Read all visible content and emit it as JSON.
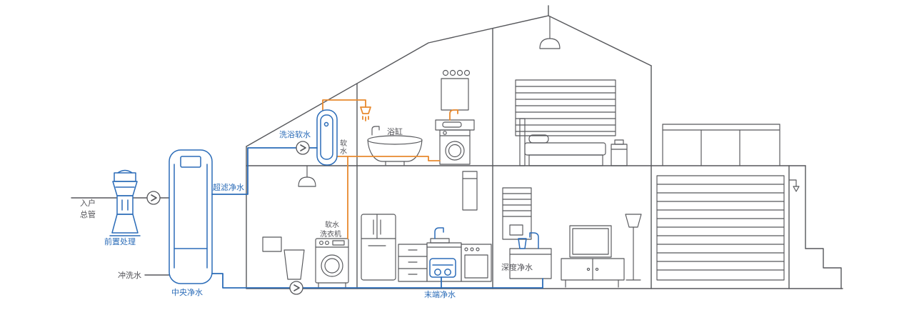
{
  "colors": {
    "line": "#56575b",
    "blue": "#2b6cb8",
    "orange": "#e8892e",
    "label": "#515156"
  },
  "diagram": {
    "labels": {
      "inlet_line1": "入户",
      "inlet_line2": "总管",
      "pre_treatment": "前置处理",
      "flush_water": "冲洗水",
      "central_purifier": "中央净水",
      "ultrafiltration": "超滤净水",
      "bath_softener": "洗浴软水",
      "soft_water_line1": "软",
      "soft_water_line2": "水",
      "bathtub": "浴缸",
      "softwater_washer_line1": "软水",
      "softwater_washer_line2": "洗衣机",
      "terminal_purifier": "末端净水",
      "deep_purifier": "深度净水"
    },
    "icons": {
      "flow_arrow": "chevron-right-in-circle"
    }
  }
}
